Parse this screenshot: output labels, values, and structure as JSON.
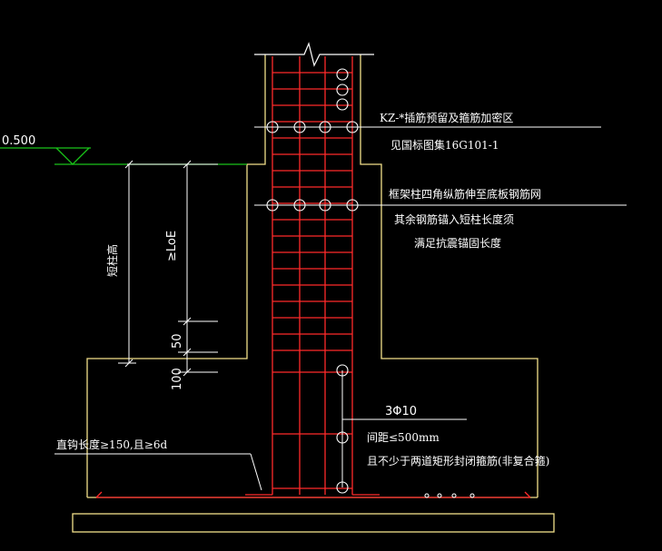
{
  "elevation_label": "0.500",
  "dimensions": {
    "short_column_height": "短柱高",
    "anchor_length": "≥LoE",
    "gap_50": "50",
    "gap_100": "100"
  },
  "annotations": {
    "kz_note": "KZ-*插筋预留及箍筋加密区",
    "atlas_ref": "见国标图集16G101-1",
    "corner_bars": "框架柱四角纵筋伸至底板钢筋网",
    "other_bars_1": "其余钢筋锚入短柱长度须",
    "other_bars_2": "满足抗震锚固长度",
    "stirrup_count": "3Φ10",
    "stirrup_spacing": "间距≤500mm",
    "stirrup_note": "且不少于两道矩形封闭箍筋(非复合箍)",
    "hook_length": "直钩长度≥150,且≥6d"
  },
  "colors": {
    "background": "#000000",
    "outline": "#f2e08a",
    "rebar": "#ff2a2a",
    "dimension": "#ffffff",
    "ground": "#19c419"
  }
}
